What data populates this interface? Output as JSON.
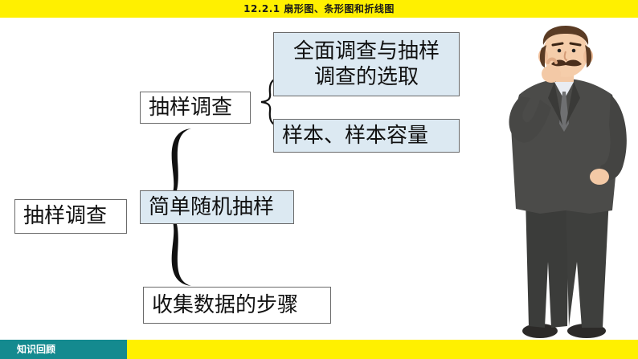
{
  "header": {
    "title": "12.2.1   扇形图、条形图和折线图",
    "accent_color": "#fff000"
  },
  "diagram": {
    "root": "抽样调查",
    "sampling": "抽样调查",
    "survey_choice": "全面调查与抽样调查的选取",
    "sample_concepts": "样本、样本容量",
    "random_sampling": "简单随机抽样",
    "collect_steps": "收集数据的步骤",
    "box_color": "#dce9f2"
  },
  "illustration": {
    "name": "thinking-man-illustration"
  },
  "footer": {
    "label": "知识回顾",
    "tab_color": "#148a8f"
  }
}
